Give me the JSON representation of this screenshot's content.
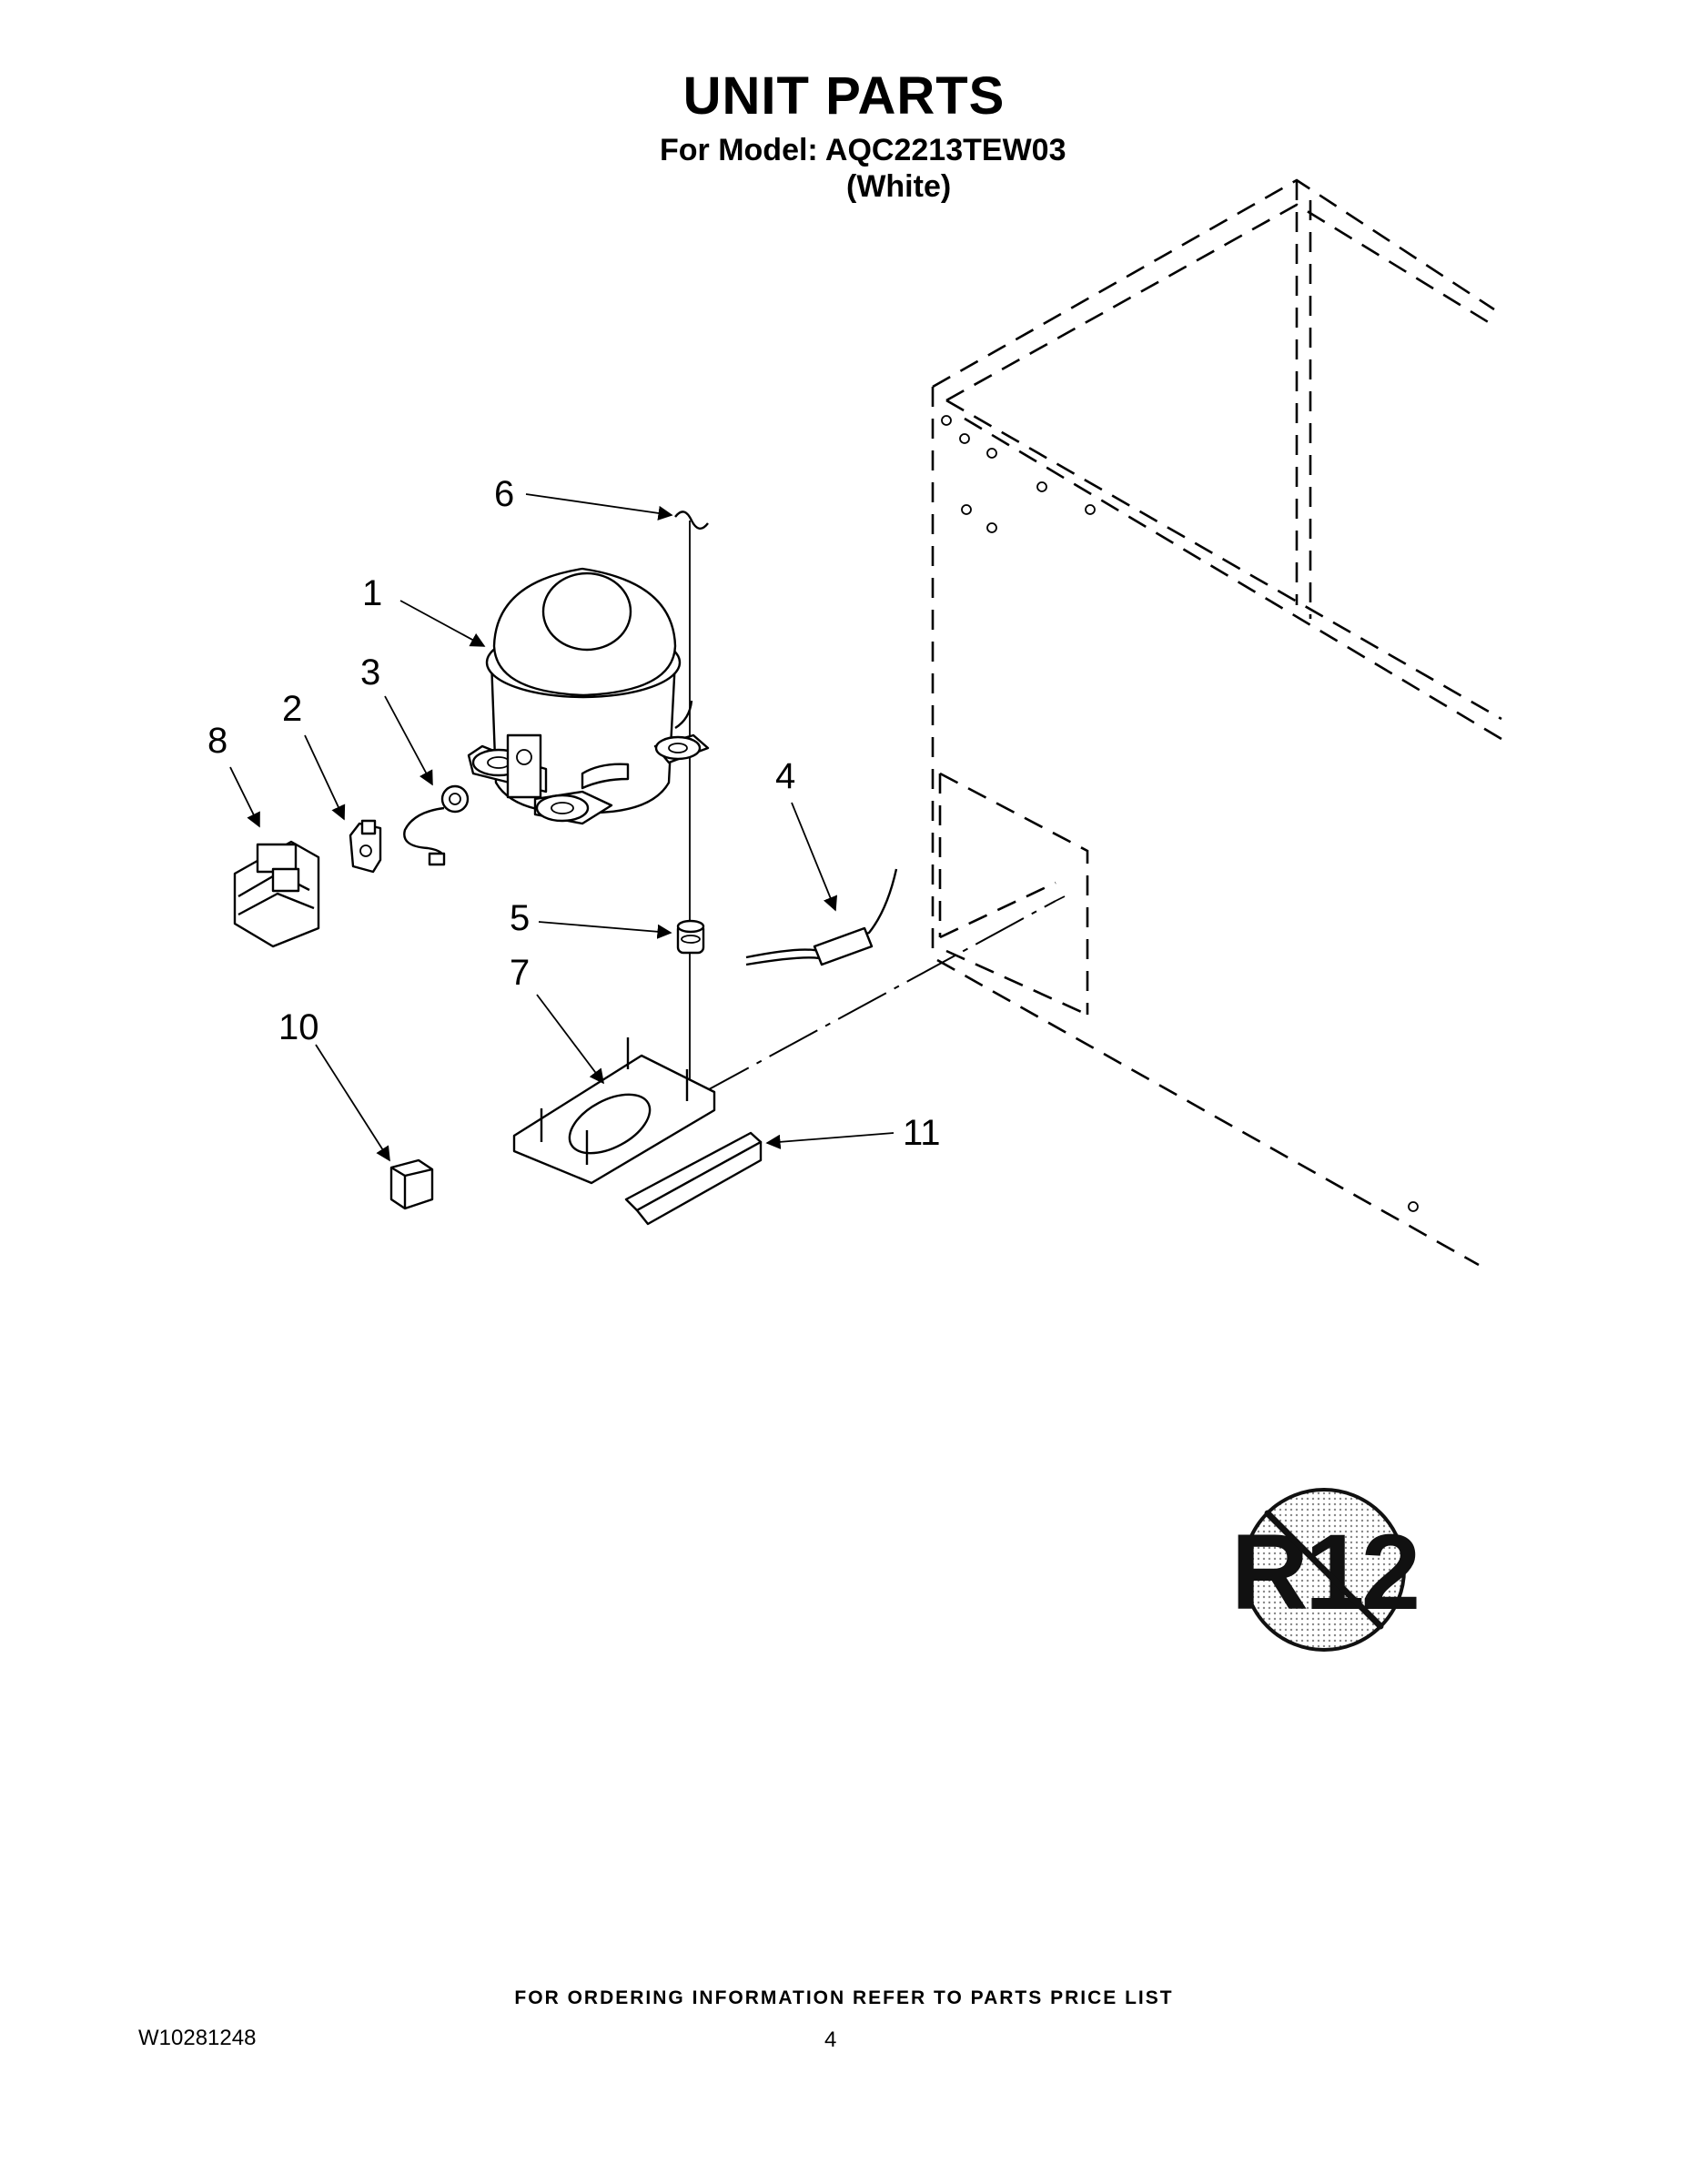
{
  "header": {
    "title": "UNIT PARTS",
    "model_line": "For Model: AQC2213TEW03",
    "variant": "(White)"
  },
  "callouts": [
    "1",
    "2",
    "3",
    "4",
    "5",
    "6",
    "7",
    "8",
    "10",
    "11"
  ],
  "badge": {
    "text": "R12",
    "meaning": "no-R12-refrigerant symbol"
  },
  "footer": {
    "ordering_note": "FOR ORDERING INFORMATION REFER TO PARTS PRICE LIST",
    "document_number": "W10281248",
    "page_number": "4"
  }
}
